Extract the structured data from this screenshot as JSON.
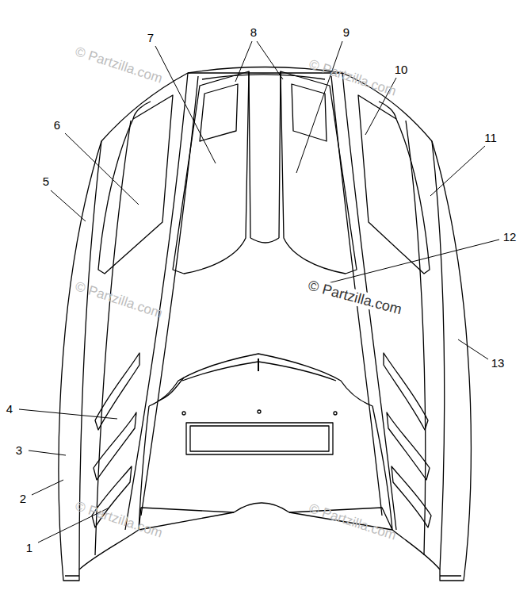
{
  "diagram": {
    "labels": [
      "8",
      "7",
      "9",
      "10",
      "6",
      "5",
      "11",
      "12",
      "13",
      "4",
      "3",
      "2",
      "1",
      "© Partzilla.com",
      "© Partzilla.com",
      "© Partzilla.com",
      "© Partzilla.com",
      "© Partzilla.com",
      "© Partzilla.com"
    ]
  }
}
